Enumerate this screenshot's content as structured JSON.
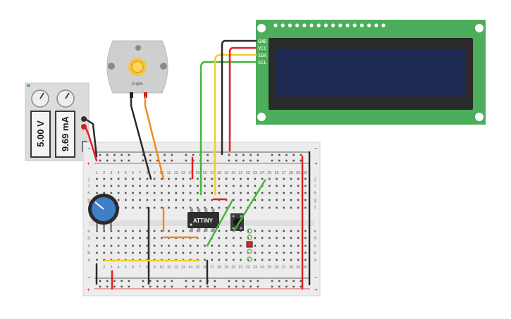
{
  "power_supply": {
    "voltage": "5.00 V",
    "current": "9.69 mA"
  },
  "motor": {
    "speed": "0 rpm"
  },
  "lcd": {
    "pins": [
      "GND",
      "VCC",
      "SDA",
      "SCL"
    ]
  },
  "chip": {
    "label": "ATTINY"
  },
  "breadboard": {
    "column_numbers": [
      "1",
      "2",
      "3",
      "4",
      "5",
      "6",
      "7",
      "8",
      "9",
      "10",
      "11",
      "12",
      "13",
      "14",
      "15",
      "16",
      "17",
      "18",
      "19",
      "20",
      "21",
      "22",
      "23",
      "24",
      "25",
      "26",
      "27",
      "28",
      "29",
      "30"
    ],
    "row_letters_top": [
      "j",
      "i",
      "h",
      "g",
      "f"
    ],
    "row_letters_bottom": [
      "e",
      "d",
      "c",
      "b",
      "a"
    ],
    "rail_plus": "+",
    "rail_minus": "−"
  },
  "colors": {
    "wire_black": "#2b2b2b",
    "wire_red": "#e02020",
    "wire_yellow": "#f2d024",
    "wire_green": "#44b53a",
    "wire_orange": "#f08a1c",
    "lcd_board": "#4cae5a",
    "lcd_screen": "#1f2a52",
    "breadboard": "#ececec",
    "knob": "#3f7fc8"
  }
}
